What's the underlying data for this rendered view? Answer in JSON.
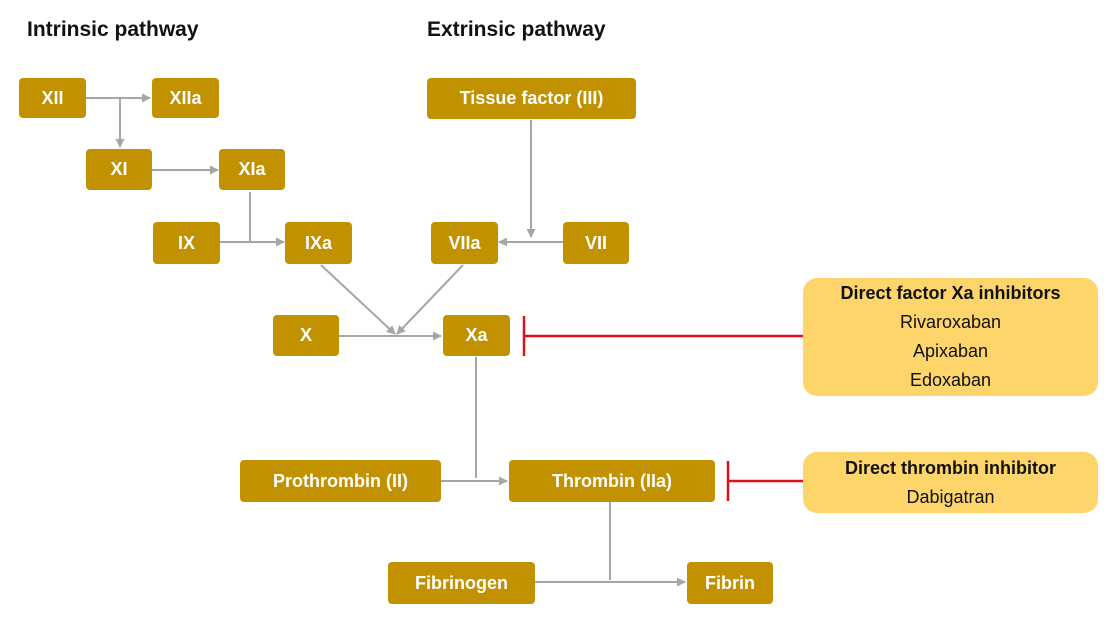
{
  "headings": {
    "intrinsic": "Intrinsic pathway",
    "extrinsic": "Extrinsic pathway"
  },
  "factors": {
    "xii": "XII",
    "xiia": "XIIa",
    "xi": "XI",
    "xia": "XIa",
    "ix": "IX",
    "ixa": "IXa",
    "tissue_factor": "Tissue factor (III)",
    "viia": "VIIa",
    "vii": "VII",
    "x": "X",
    "xa": "Xa",
    "prothrombin": "Prothrombin (II)",
    "thrombin": "Thrombin (IIa)",
    "fibrinogen": "Fibrinogen",
    "fibrin": "Fibrin"
  },
  "inhibitors": {
    "xa": {
      "title": "Direct factor Xa inhibitors",
      "drugs": [
        "Rivaroxaban",
        "Apixaban",
        "Edoxaban"
      ]
    },
    "thrombin": {
      "title": "Direct thrombin inhibitor",
      "drugs": [
        "Dabigatran"
      ]
    }
  },
  "colors": {
    "factor_box": "#c29100",
    "factor_text": "#ffffff",
    "inhibitor_box": "#fdd56a",
    "arrow": "#a6a6a6",
    "inhibition_line": "#e0101b"
  }
}
